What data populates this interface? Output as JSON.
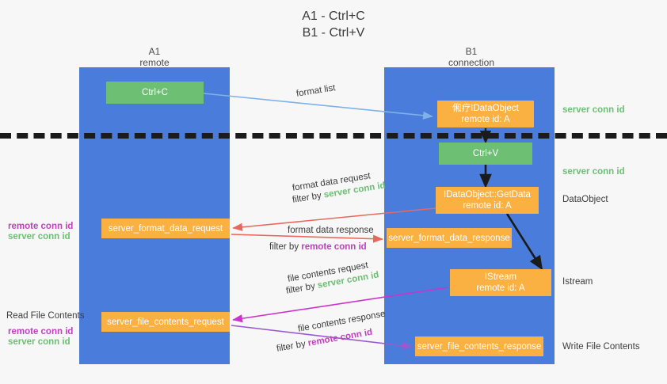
{
  "title": {
    "line1": "A1 - Ctrl+C",
    "line2": "B1 - Ctrl+V"
  },
  "colors": {
    "lane": "#4a7ddb",
    "node_orange": "#fbb042",
    "node_green": "#6cbf73",
    "server_conn_id": "#6cbf73",
    "remote_conn_id": "#c13fc1",
    "arrow_blue": "#7fb2e5",
    "arrow_red": "#e8685d",
    "arrow_magenta": "#cc33cc",
    "arrow_purple": "#9b59d0",
    "arrow_black": "#1b1b1b",
    "divider": "#1b1b1b",
    "background": "#f7f7f7"
  },
  "columns": [
    {
      "name": "A1",
      "sub": "remote"
    },
    {
      "name": "B1",
      "sub": "connection"
    }
  ],
  "nodes": [
    {
      "id": "ctrl-c",
      "l1": "Ctrl+C",
      "l2": "",
      "style": "green"
    },
    {
      "id": "irl-dataobject",
      "l1": "俰疗IDataObject",
      "l2": "remote id: A",
      "style": "orange"
    },
    {
      "id": "ctrl-v",
      "l1": "Ctrl+V",
      "l2": "",
      "style": "green"
    },
    {
      "id": "idataobject-getdata",
      "l1": "IDataObject::GetData",
      "l2": "remote id: A",
      "style": "orange"
    },
    {
      "id": "server-format-data-request",
      "l1": "server_format_data_request",
      "l2": "",
      "style": "orange"
    },
    {
      "id": "server-format-data-response",
      "l1": "server_format_data_response",
      "l2": "",
      "style": "orange"
    },
    {
      "id": "istream",
      "l1": "IStream",
      "l2": "remote id: A",
      "style": "orange"
    },
    {
      "id": "server-file-contents-request",
      "l1": "server_file_contents_request",
      "l2": "",
      "style": "orange"
    },
    {
      "id": "server-file-contents-response",
      "l1": "server_file_contents_response",
      "l2": "",
      "style": "orange"
    }
  ],
  "edge_labels": {
    "format_list": "format list",
    "format_data_request": "format data request",
    "format_data_response": "format data response",
    "file_contents_request": "file contents request",
    "file_contents_response": "file contents response",
    "filter_by": "filter by ",
    "server_conn_id": "server conn id",
    "remote_conn_id": "remote conn id"
  },
  "right_labels": {
    "server_conn_id_1": "server conn id",
    "server_conn_id_2": "server conn id",
    "dataobject": "DataObject",
    "istream": "Istream",
    "write_file_contents": "Write File Contents"
  },
  "left_labels": {
    "remote_conn_id_1": "remote conn id",
    "server_conn_id_1": "server conn id",
    "read_file_contents": "Read File Contents",
    "remote_conn_id_2": "remote conn id",
    "server_conn_id_2": "server conn id"
  }
}
